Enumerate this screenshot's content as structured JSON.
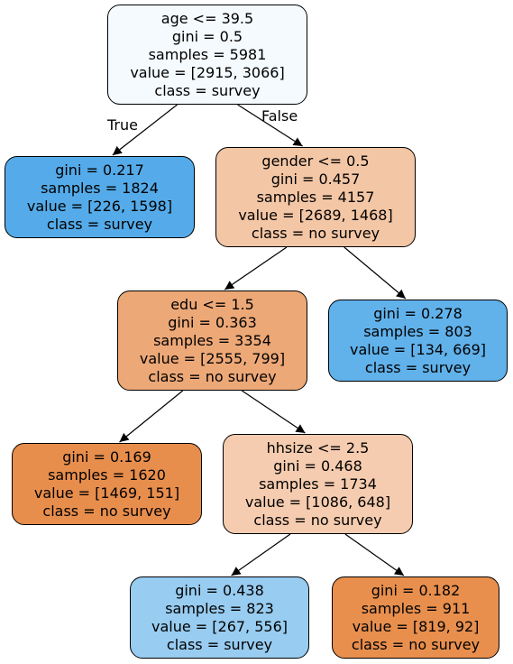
{
  "tree": {
    "nodes": [
      {
        "id": "n0",
        "split": "age <= 39.5",
        "gini": "gini = 0.5",
        "samples": "samples = 5981",
        "value": "value = [2915, 3066]",
        "class": "class = survey",
        "fill": "#f5fafe"
      },
      {
        "id": "n1",
        "split": "",
        "gini": "gini = 0.217",
        "samples": "samples = 1824",
        "value": "value = [226, 1598]",
        "class": "class = survey",
        "fill": "#55abe9"
      },
      {
        "id": "n2",
        "split": "gender <= 0.5",
        "gini": "gini = 0.457",
        "samples": "samples = 4157",
        "value": "value = [2689, 1468]",
        "class": "class = no survey",
        "fill": "#f3c6a5"
      },
      {
        "id": "n3",
        "split": "edu <= 1.5",
        "gini": "gini = 0.363",
        "samples": "samples = 3354",
        "value": "value = [2555, 799]",
        "class": "class = no survey",
        "fill": "#eda877"
      },
      {
        "id": "n4",
        "split": "",
        "gini": "gini = 0.278",
        "samples": "samples = 803",
        "value": "value = [134, 669]",
        "class": "class = survey",
        "fill": "#61b1ea"
      },
      {
        "id": "n5",
        "split": "",
        "gini": "gini = 0.169",
        "samples": "samples = 1620",
        "value": "value = [1469, 151]",
        "class": "class = no survey",
        "fill": "#e88e4d"
      },
      {
        "id": "n6",
        "split": "hhsize <= 2.5",
        "gini": "gini = 0.468",
        "samples": "samples = 1734",
        "value": "value = [1086, 648]",
        "class": "class = no survey",
        "fill": "#f5ccaf"
      },
      {
        "id": "n7",
        "split": "",
        "gini": "gini = 0.438",
        "samples": "samples = 823",
        "value": "value = [267, 556]",
        "class": "class = survey",
        "fill": "#98ccf1"
      },
      {
        "id": "n8",
        "split": "",
        "gini": "gini = 0.182",
        "samples": "samples = 911",
        "value": "value = [819, 92]",
        "class": "class = no survey",
        "fill": "#e88f4e"
      }
    ],
    "edges": [
      {
        "from": "n0",
        "to": "n1",
        "label": "True"
      },
      {
        "from": "n0",
        "to": "n2",
        "label": "False"
      },
      {
        "from": "n2",
        "to": "n3",
        "label": ""
      },
      {
        "from": "n2",
        "to": "n4",
        "label": ""
      },
      {
        "from": "n3",
        "to": "n5",
        "label": ""
      },
      {
        "from": "n3",
        "to": "n6",
        "label": ""
      },
      {
        "from": "n6",
        "to": "n7",
        "label": ""
      },
      {
        "from": "n6",
        "to": "n8",
        "label": ""
      }
    ],
    "colors": {
      "edge": "#000000",
      "border": "#000000",
      "background": "#ffffff"
    }
  }
}
